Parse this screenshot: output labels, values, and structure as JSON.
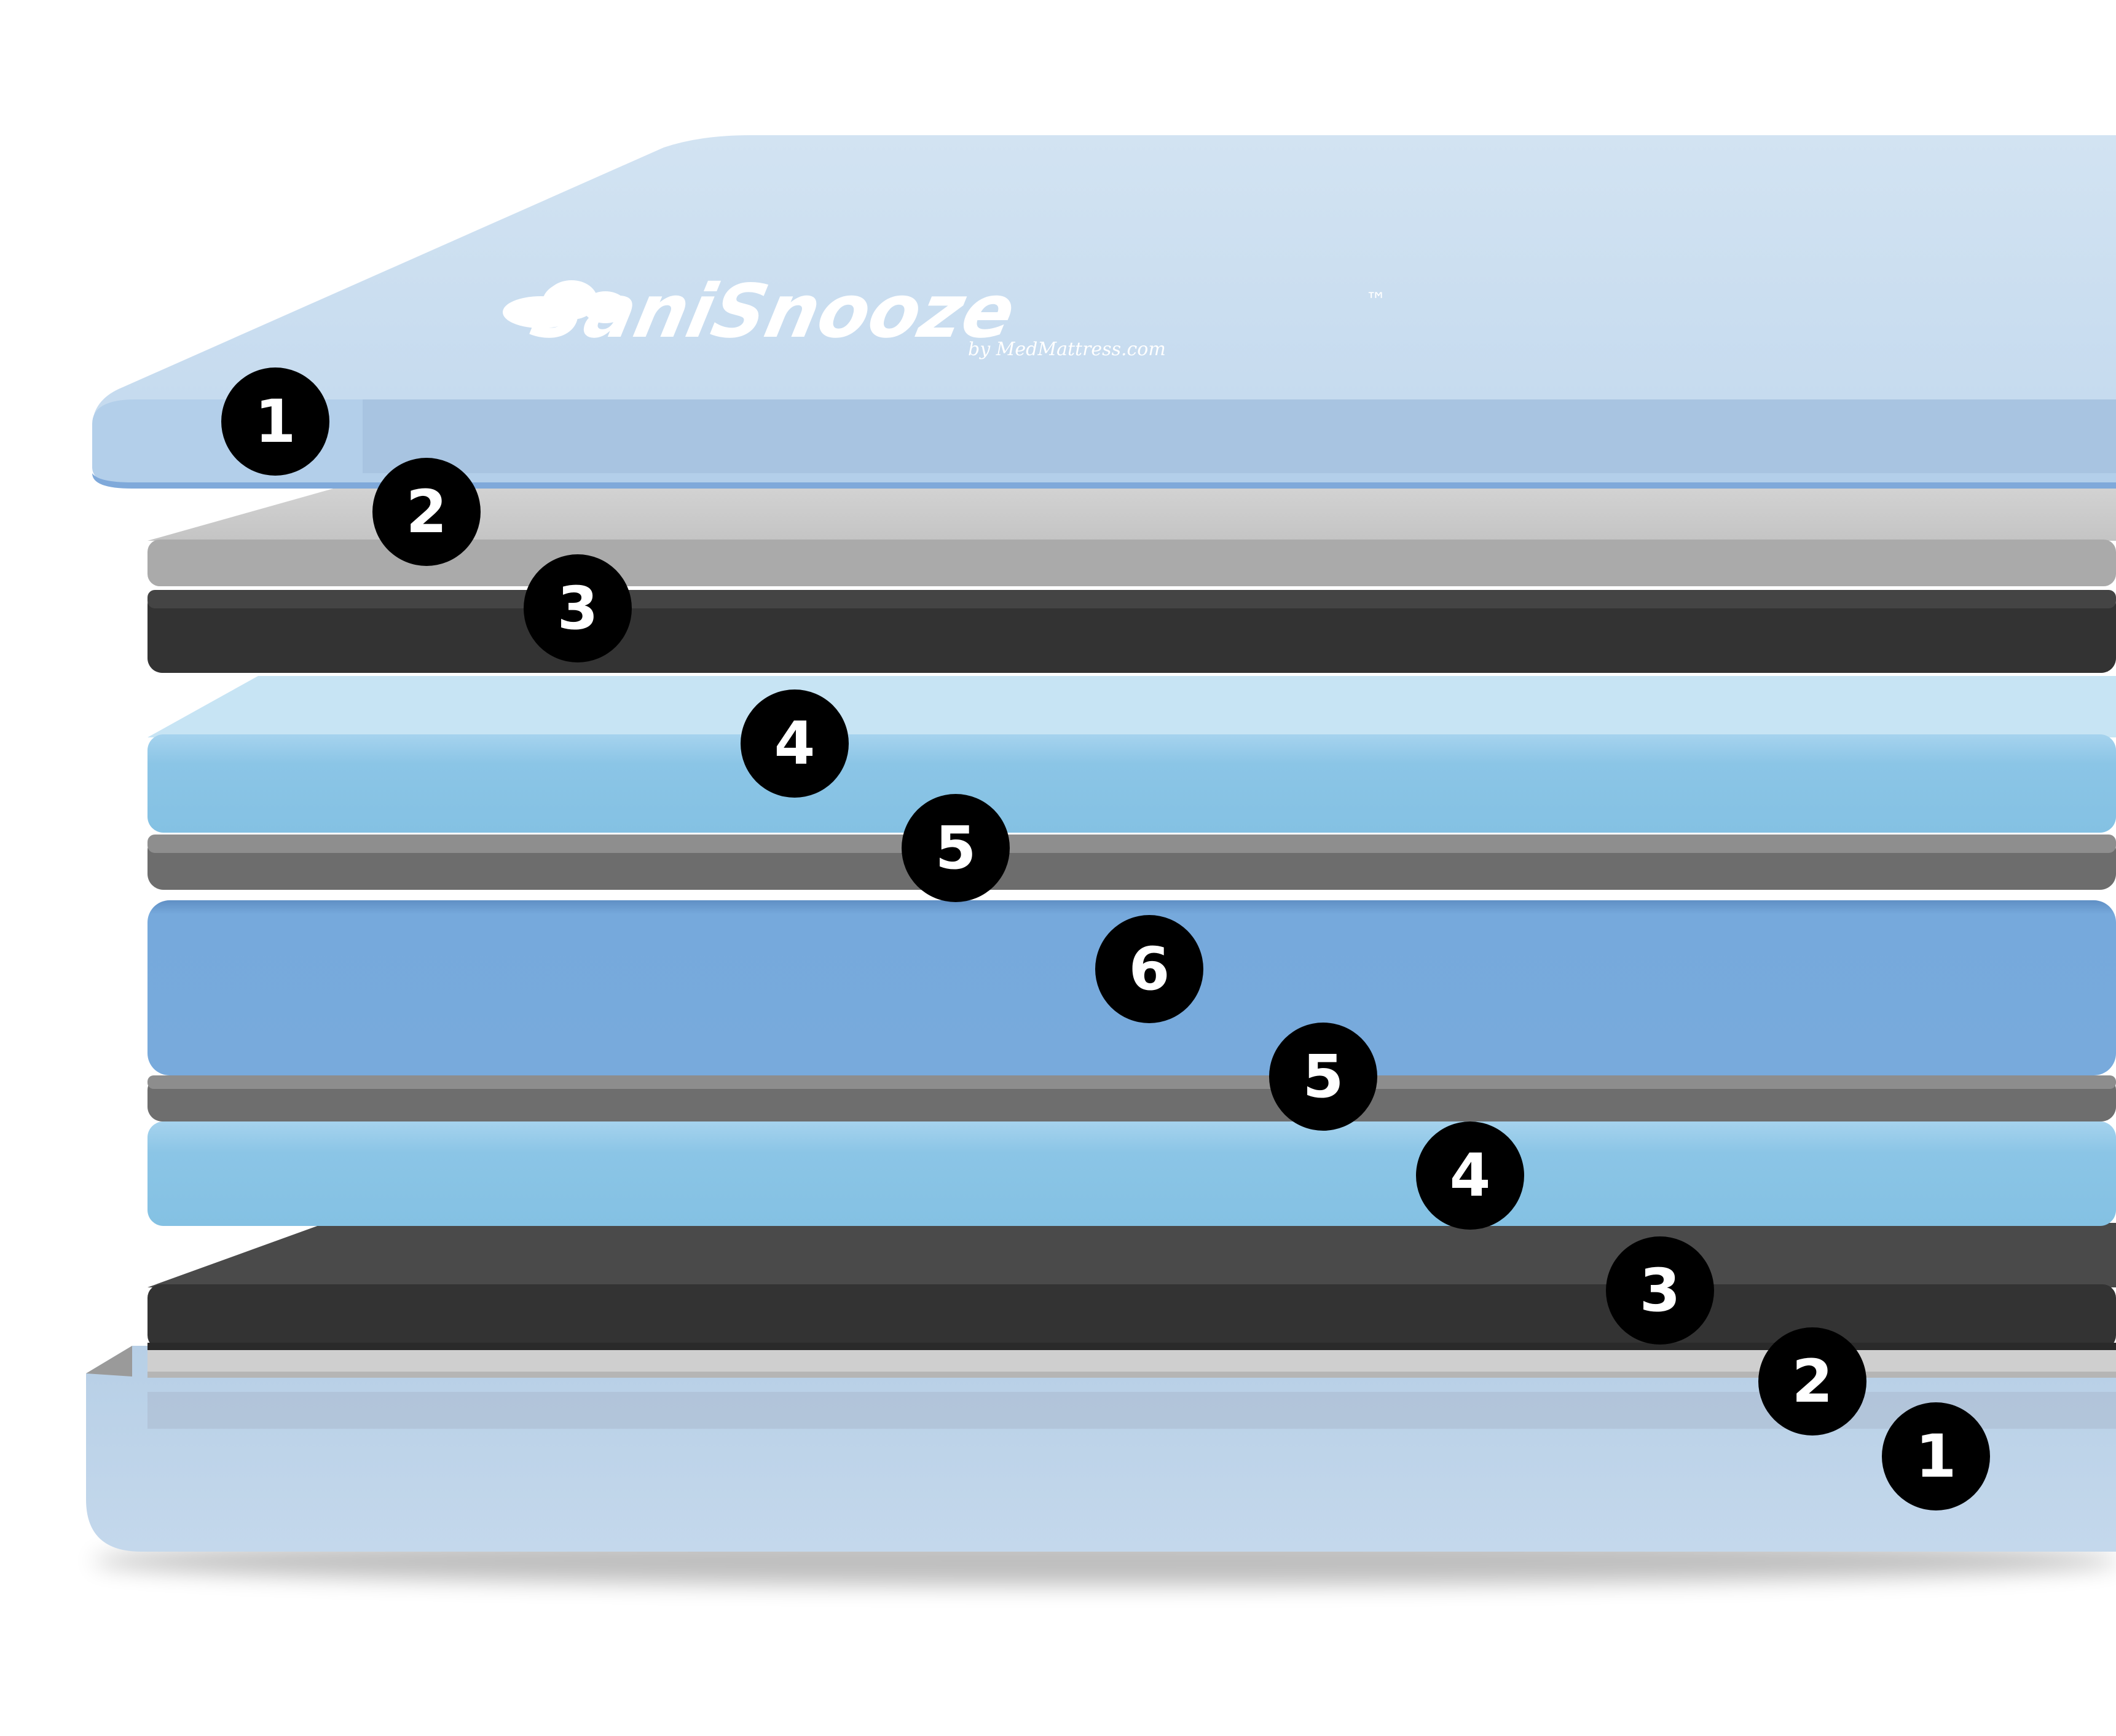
{
  "brand": {
    "name": "SaniSnooze",
    "trademark": "™",
    "byline": "by MedMattress.com",
    "logo_icon": "cloud-icon"
  },
  "layer_markers": [
    "1",
    "2",
    "3",
    "4",
    "5",
    "6",
    "5",
    "4",
    "3",
    "2",
    "1"
  ],
  "colors": {
    "cover": "#b9d3ea",
    "cover_top": "#cfe0f0",
    "gray_fabric": "#aaaaaa",
    "charcoal": "#333333",
    "light_blue_foam": "#85c2e4",
    "mid_gray": "#6e6e6e",
    "core_blue": "#76a9dc",
    "marker": "#000000"
  }
}
